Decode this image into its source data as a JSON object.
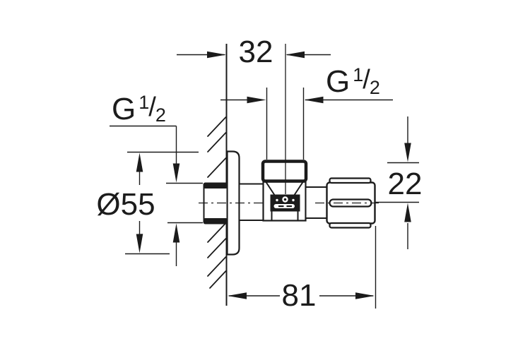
{
  "annotations": {
    "dim_top_width": "32",
    "dim_riser_thread": {
      "prefix": "G",
      "numerator": "1",
      "slash": "/",
      "denominator": "2"
    },
    "dim_inlet_thread": {
      "prefix": "G",
      "numerator": "1",
      "slash": "/",
      "denominator": "2"
    },
    "dim_flange_diameter": "Ø55",
    "dim_outlet_to_axis": "22",
    "dim_projection": "81"
  },
  "colors": {
    "line": "#1b1b1b",
    "text": "#1c1c1c",
    "background": "#ffffff"
  }
}
